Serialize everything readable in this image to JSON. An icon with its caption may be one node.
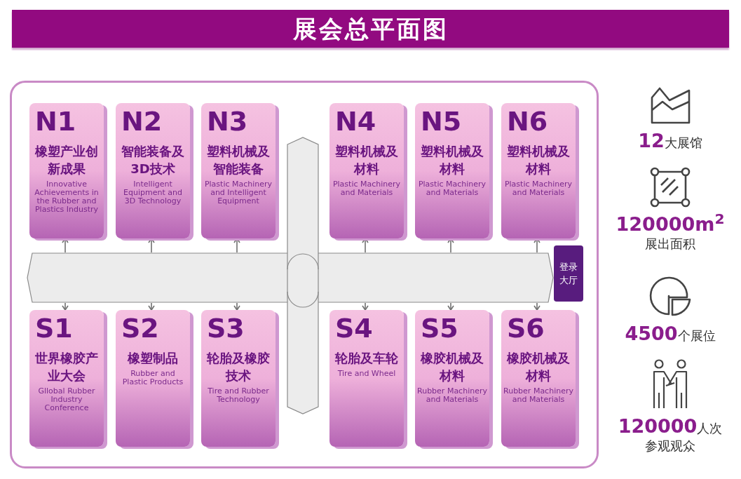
{
  "diagram": {
    "title": "展会总平面图",
    "nodes": [
      {
        "text": [
          "N1",
          "橡塑产业创新成果",
          "Innovative Achievements in the Rubber and Plastics Industry"
        ]
      },
      {
        "text": [
          "N2",
          "智能装备及3D技术",
          "Intelligent Equipment and 3D Technology"
        ]
      },
      {
        "text": [
          "N3",
          "塑料机械及智能装备",
          "Plastic Machinery and Intelligent Equipment"
        ]
      },
      {
        "text": [
          "N4",
          "塑料机械及材料",
          "Plastic Machinery and Materials"
        ]
      },
      {
        "text": [
          "N5",
          "塑料机械及材料",
          "Plastic Machinery and Materials"
        ]
      },
      {
        "text": [
          "N6",
          "塑料机械及材料",
          "Plastic Machinery and Materials"
        ]
      },
      {
        "text": [],
        "shape": "bar"
      },
      {
        "text": [
          "登录大厅"
        ]
      },
      {
        "text": [
          "S1",
          "世界橡胶产业大会",
          "Gllobal Rubber Industry Conference"
        ]
      },
      {
        "text": [
          "S2",
          "橡塑制品",
          "Rubber and Plastic Products"
        ]
      },
      {
        "text": [
          "S3",
          "轮胎及橡胶技术",
          "Tire and Rubber Technology"
        ]
      },
      {
        "text": [
          "S4",
          "轮胎及车轮",
          "Tire and Wheel"
        ]
      },
      {
        "text": [
          "S5",
          "橡胶机械及材料",
          "Rubber Machinery and Materials"
        ]
      },
      {
        "text": [
          "S6",
          "橡胶机械及材料",
          "Rubber Machinery and Materials"
        ]
      }
    ],
    "edges": [
      {
        "from": 6,
        "to": 0,
        "arrow": "to"
      },
      {
        "from": 6,
        "to": 1,
        "arrow": "to"
      },
      {
        "from": 6,
        "to": 2,
        "arrow": "to"
      },
      {
        "from": 6,
        "to": 3,
        "arrow": "to"
      },
      {
        "from": 6,
        "to": 4,
        "arrow": "to"
      },
      {
        "from": 6,
        "to": 5,
        "arrow": "to"
      },
      {
        "from": 6,
        "to": 8,
        "arrow": "to"
      },
      {
        "from": 6,
        "to": 9,
        "arrow": "to"
      },
      {
        "from": 6,
        "to": 10,
        "arrow": "to"
      },
      {
        "from": 6,
        "to": 11,
        "arrow": "to"
      },
      {
        "from": 6,
        "to": 12,
        "arrow": "to"
      },
      {
        "from": 6,
        "to": 13,
        "arrow": "to"
      }
    ],
    "labels": [
      "12",
      "大展馆",
      "120000m$^{2}$",
      "展出面积",
      "4500",
      "个展位",
      "120000",
      "人次",
      "参观观众"
    ]
  }
}
